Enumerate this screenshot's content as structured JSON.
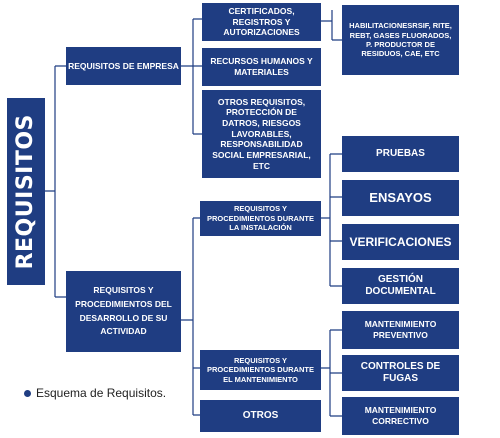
{
  "diagram": {
    "root": "REQUISITOS",
    "empresa": {
      "label": "REQUISITOS DE EMPRESA",
      "certificados": "CERTIFICADOS, REGISTROS Y AUTORIZACIONES",
      "habilitaciones": "HABILITACIONESRSIF, RITE, REBT, GASES FLUORADOS, P. PRODUCTOR DE RESIDUOS, CAE, ETC",
      "recursos": "RECURSOS HUMANOS Y MATERIALES",
      "otros_requisitos": "OTROS REQUISITOS, PROTECCIÓN DE DATROS, RIESGOS LAVORABLES, RESPONSABILIDAD SOCIAL EMPRESARIAL, ETC"
    },
    "desarrollo": {
      "label": "REQUISITOS Y PROCEDIMIENTOS DEL DESARROLLO DE SU ACTIVIDAD",
      "instalacion": "REQUISITOS Y PROCEDIMIENTOS DURANTE LA INSTALACIÓN",
      "pruebas": "PRUEBAS",
      "ensayos": "ENSAYOS",
      "verificaciones": "VERIFICACIONES",
      "gestion": "GESTIÓN DOCUMENTAL",
      "mantenimiento": "REQUISITOS Y PROCEDIMIENTOS DURANTE EL MANTENIMIENTO",
      "preventivo": "MANTENIMIENTO PREVENTIVO",
      "fugas": "CONTROLES DE FUGAS",
      "correctivo": "MANTENIMIENTO CORRECTIVO",
      "otros": "OTROS"
    }
  },
  "caption": "Esquema de Requisitos.",
  "colors": {
    "box": "#1f3d82",
    "line": "#1f3d82"
  }
}
